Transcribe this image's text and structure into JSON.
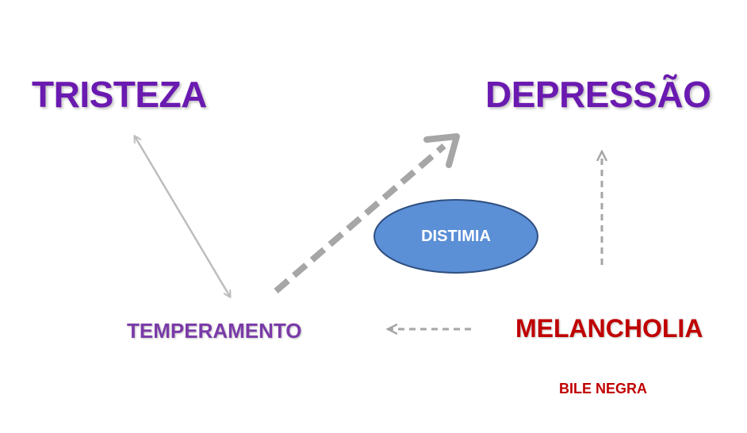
{
  "colors": {
    "purple_dark": "#6a1ab0",
    "purple_mid": "#7a3aa8",
    "red": "#c00000",
    "gray_line": "#bdbdbd",
    "gray_dashed": "#a6a6a6",
    "ellipse_fill": "#5b8fd6",
    "ellipse_stroke": "#2f4f80"
  },
  "nodes": {
    "tristeza": "TRISTEZA",
    "depressao": "DEPRESSÃO",
    "distimia": "DISTIMIA",
    "temperamento": "TEMPERAMENTO",
    "melancholia": "MELANCHOLIA",
    "bile_negra": "BILE NEGRA"
  },
  "links": [
    {
      "from": "tristeza",
      "to": "temperamento",
      "style": "solid",
      "direction": "both"
    },
    {
      "from": "temperamento",
      "to": "depressao",
      "style": "thick-dashed",
      "direction": "forward"
    },
    {
      "from": "melancholia",
      "to": "depressao",
      "style": "dashed",
      "direction": "forward"
    },
    {
      "from": "melancholia",
      "to": "temperamento",
      "style": "dashed",
      "direction": "forward"
    }
  ]
}
